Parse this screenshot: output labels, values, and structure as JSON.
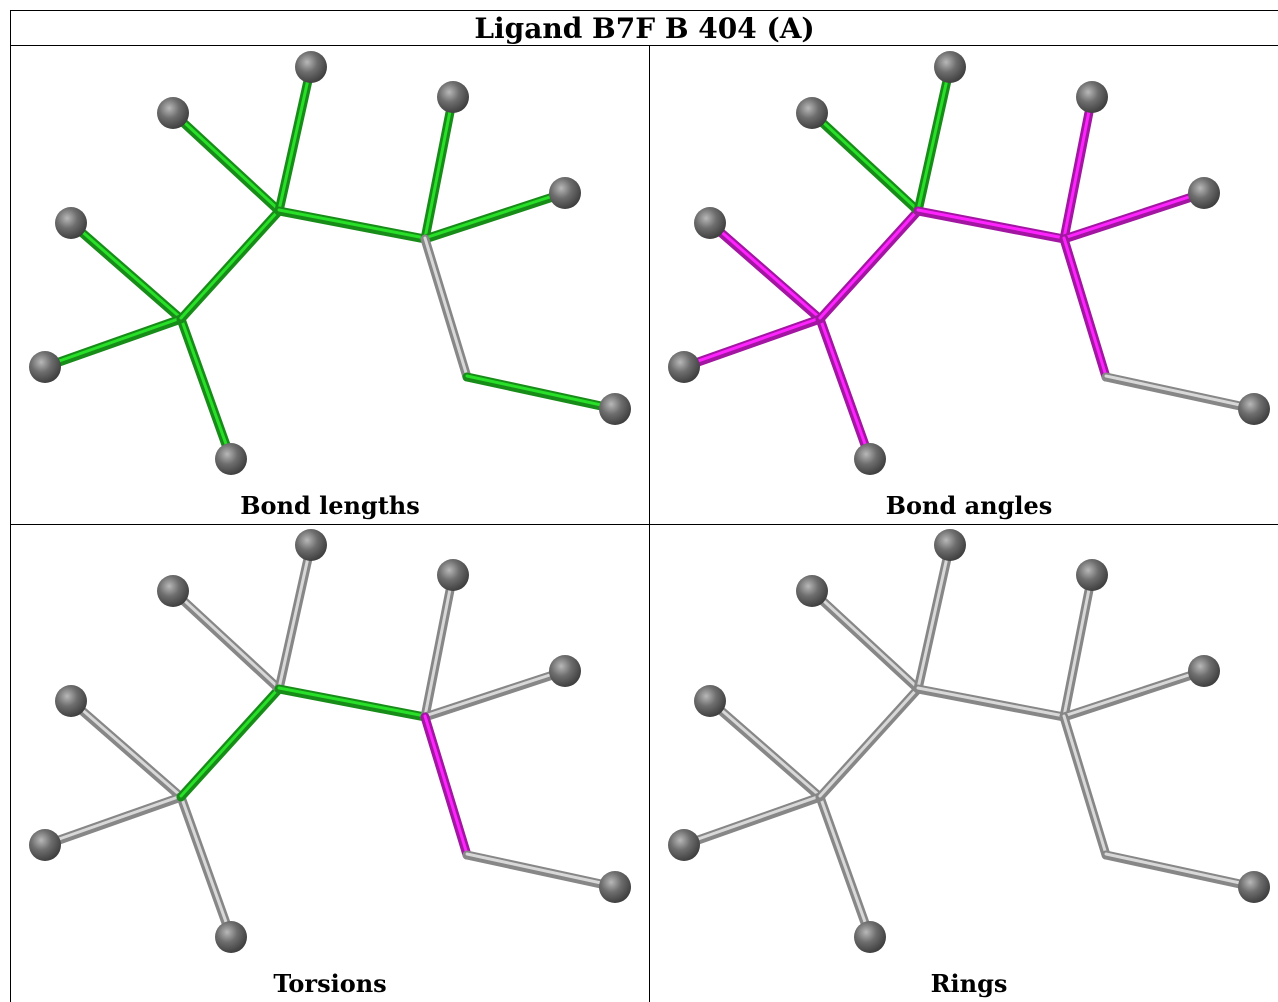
{
  "title": "Ligand B7F B 404 (A)",
  "colors": {
    "green": "#22c322",
    "magenta": "#e11ee1",
    "grey_bond": "#bcbcbc",
    "atom": "#6e6e6e"
  },
  "panels": [
    {
      "caption": "Bond lengths",
      "bond_colors": [
        "green",
        "green",
        "green",
        "green",
        "green",
        "green",
        "green",
        "green",
        "green",
        "grey_bond",
        "green"
      ]
    },
    {
      "caption": "Bond angles",
      "bond_colors": [
        "magenta",
        "magenta",
        "magenta",
        "magenta",
        "green",
        "green",
        "magenta",
        "magenta",
        "magenta",
        "magenta",
        "grey_bond"
      ]
    },
    {
      "caption": "Torsions",
      "bond_colors": [
        "grey_bond",
        "grey_bond",
        "grey_bond",
        "green",
        "grey_bond",
        "grey_bond",
        "green",
        "grey_bond",
        "grey_bond",
        "magenta",
        "grey_bond"
      ]
    },
    {
      "caption": "Rings",
      "bond_colors": [
        "grey_bond",
        "grey_bond",
        "grey_bond",
        "grey_bond",
        "grey_bond",
        "grey_bond",
        "grey_bond",
        "grey_bond",
        "grey_bond",
        "grey_bond",
        "grey_bond"
      ]
    }
  ]
}
